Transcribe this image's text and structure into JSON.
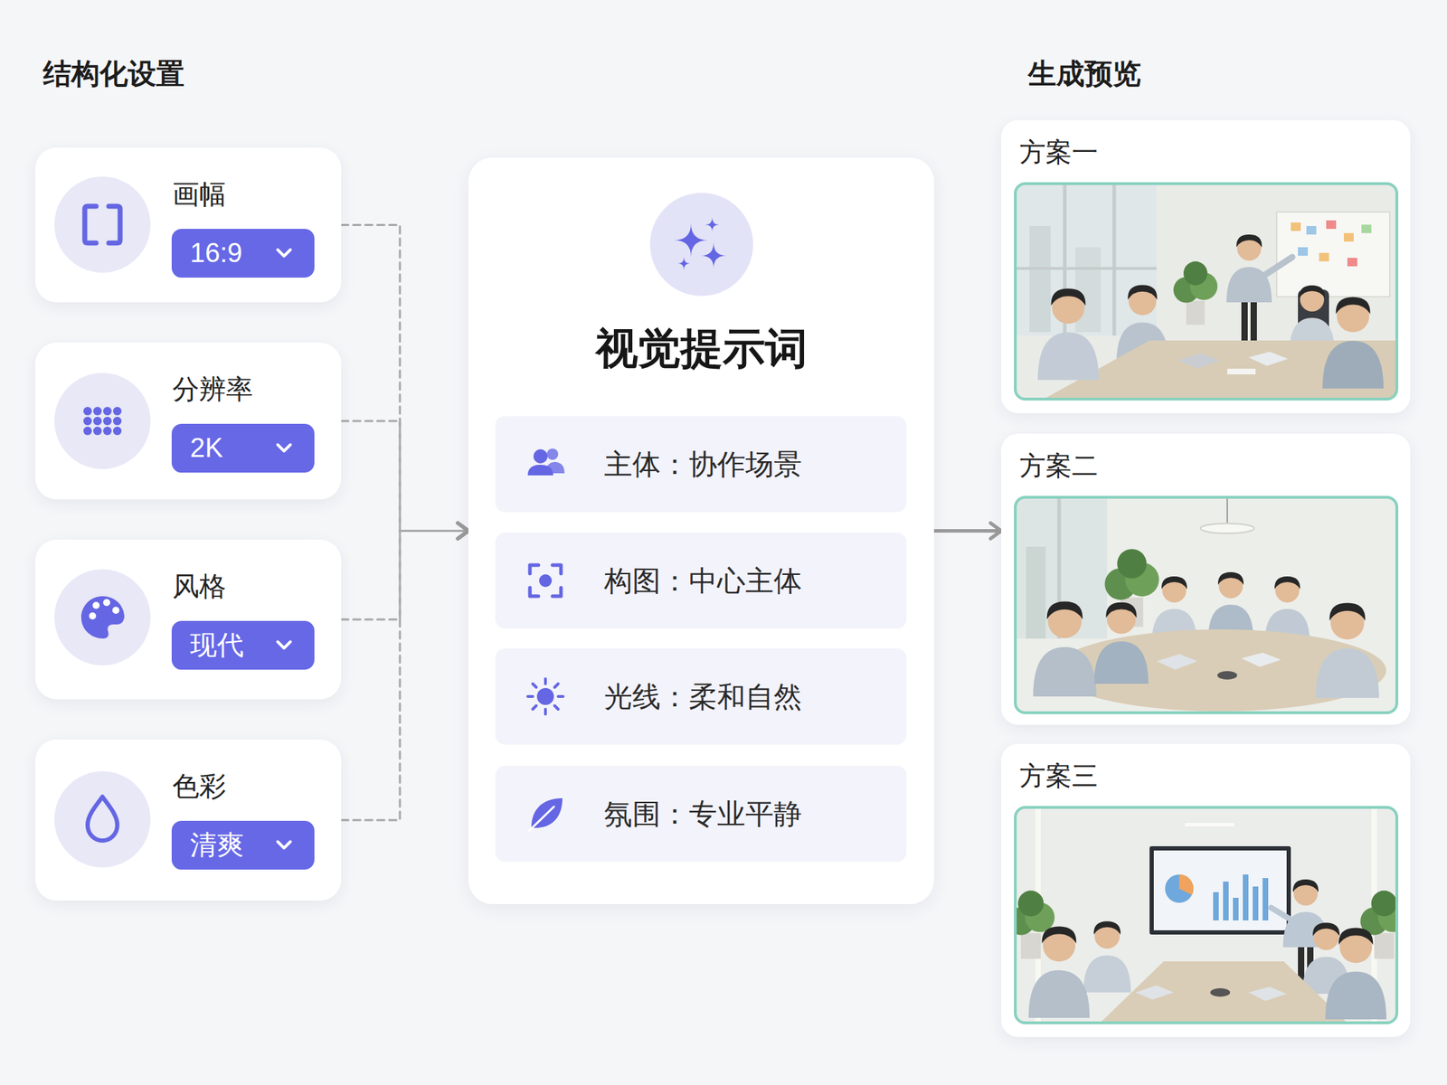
{
  "diagram": {
    "nodes": [
      {
        "text": [
          "画幅"
        ]
      },
      {
        "text": [
          "16:9"
        ],
        "in": 0
      },
      {
        "text": [
          "分辨率"
        ]
      },
      {
        "text": [
          "2K"
        ],
        "in": 2
      },
      {
        "text": [
          "风格"
        ]
      },
      {
        "text": [
          "现代"
        ],
        "in": 4
      },
      {
        "text": [
          "色彩"
        ]
      },
      {
        "text": [
          "清爽"
        ],
        "in": 6
      },
      {
        "text": [
          "视觉提示词"
        ]
      },
      {
        "text": [
          "主体：协作场景"
        ],
        "in": 8
      },
      {
        "text": [
          "构图：中心主体"
        ],
        "in": 8
      },
      {
        "text": [
          "光线：柔和自然"
        ],
        "in": 8
      },
      {
        "text": [
          "氛围：专业平静"
        ],
        "in": 8
      },
      {
        "text": [
          "方案一"
        ]
      },
      {
        "text": [
          "方案二"
        ]
      },
      {
        "text": [
          "方案三"
        ]
      }
    ],
    "edges": [
      {
        "from": 0,
        "to": 8,
        "arrow": "to"
      },
      {
        "from": 2,
        "to": 8,
        "arrow": "to"
      },
      {
        "from": 4,
        "to": 8,
        "arrow": "to"
      },
      {
        "from": 6,
        "to": 8,
        "arrow": "to"
      },
      {
        "from": 8,
        "to": 14,
        "arrow": "to"
      }
    ],
    "labels": [
      "结构化设置",
      "生成预览"
    ]
  }
}
